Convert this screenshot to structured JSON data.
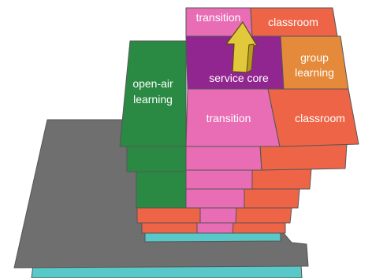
{
  "diagram": {
    "labels": {
      "transition_top": "transition",
      "classroom_top": "classroom",
      "open_air_line1": "open-air",
      "open_air_line2": "learning",
      "service_core": "service core",
      "group_line1": "group",
      "group_line2": "learning",
      "transition_mid": "transition",
      "classroom_mid": "classroom"
    },
    "colors": {
      "transition": "#e86db5",
      "classroom": "#ee6446",
      "service_core": "#922691",
      "group_learning": "#e48a3a",
      "open_air": "#2a8a43",
      "slab_gray": "#6f6f6f",
      "slab_teal": "#59c8c9",
      "arrow": "#e2c83b"
    }
  }
}
